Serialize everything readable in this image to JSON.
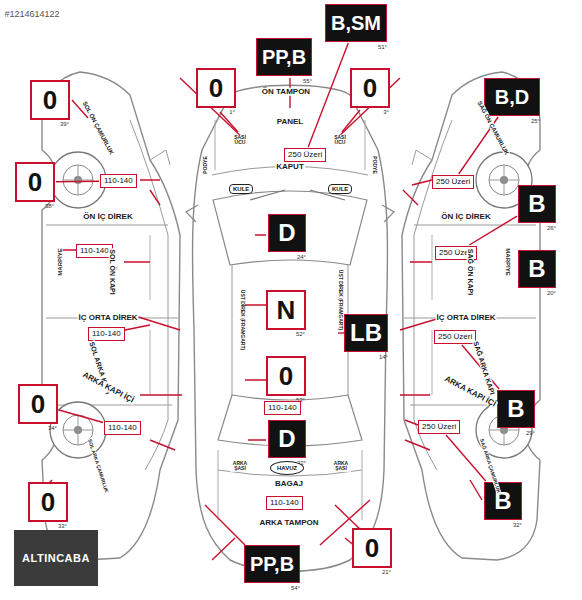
{
  "diagram": {
    "nodes": [
      {
        "text": [
          "0",
          "39°"
        ]
      },
      {
        "text": [
          "0",
          "38°"
        ]
      },
      {
        "text": [
          "110-140"
        ]
      },
      {
        "text": [
          "110-140"
        ]
      },
      {
        "text": [
          "110-140"
        ]
      },
      {
        "text": [
          "0",
          "34°"
        ]
      },
      {
        "text": [
          "110-140"
        ]
      },
      {
        "text": [
          "0",
          "33°"
        ]
      },
      {
        "text": [
          "PP,B",
          "55°"
        ]
      },
      {
        "text": [
          "B,SM",
          "51°"
        ]
      },
      {
        "text": [
          "0",
          "1°"
        ]
      },
      {
        "text": [
          "0",
          "3°"
        ]
      },
      {
        "text": [
          "250 Üzeri"
        ]
      },
      {
        "text": [
          "KULE"
        ]
      },
      {
        "text": [
          "KULE"
        ]
      },
      {
        "text": [
          "D",
          "24°"
        ]
      },
      {
        "text": [
          "N",
          "52°"
        ]
      },
      {
        "text": [
          "LB",
          "14°"
        ]
      },
      {
        "text": [
          "0",
          "53°"
        ]
      },
      {
        "text": [
          "110-140"
        ]
      },
      {
        "text": [
          "D",
          "22°"
        ]
      },
      {
        "text": [
          "HAVUZ"
        ]
      },
      {
        "text": [
          "110-140"
        ]
      },
      {
        "text": [
          "PP,B",
          "54°"
        ]
      },
      {
        "text": [
          "0",
          "21°"
        ]
      },
      {
        "text": [
          "B,D",
          "25°"
        ]
      },
      {
        "text": [
          "250 Üzeri"
        ]
      },
      {
        "text": [
          "B",
          "26°"
        ]
      },
      {
        "text": [
          "250 Üzeri"
        ]
      },
      {
        "text": [
          "B",
          "20°"
        ]
      },
      {
        "text": [
          "250 Üzeri"
        ]
      },
      {
        "text": [
          "B",
          "29°"
        ]
      },
      {
        "text": [
          "250 Üzeri"
        ]
      },
      {
        "text": [
          "B",
          "32°"
        ]
      },
      {
        "text": [
          "ALTINCABA"
        ]
      }
    ],
    "edges": [
      {
        "from": 1,
        "to": 2,
        "arrow": "none"
      },
      {
        "from": 5,
        "to": 6,
        "arrow": "none"
      },
      {
        "from": 9,
        "to": 12,
        "arrow": "none"
      },
      {
        "from": 25,
        "to": 26,
        "arrow": "none"
      },
      {
        "from": 27,
        "to": 28,
        "arrow": "none"
      },
      {
        "from": 30,
        "to": 31,
        "arrow": "none"
      },
      {
        "from": 32,
        "to": 33,
        "arrow": "none"
      }
    ],
    "labels": [
      "#1214614122",
      "SOL ÖN ÇAMURLUK",
      "ÖN İÇ DİREK",
      "MARPİYE",
      "SOL ÖN KAPI",
      "İÇ ORTA DİREK",
      "SOL ARKA KAPI",
      "ARKA KAPI İÇİ",
      "SOL ARKA ÇAMURLUK",
      "ÖN TAMPON",
      "PANEL",
      "ŞASİ UCU",
      "ŞASİ UCU",
      "PODYE",
      "PODYE",
      "KAPUT",
      "ÜST DİREK (FRAMGART)",
      "ÜST DİREK (FRAMGART)",
      "ARKA ŞASİ",
      "ARKA ŞASİ",
      "BAGAJ",
      "ARKA TAMPON",
      "SAĞ ÖN ÇAMURLUK",
      "ÖN İÇ DİREK",
      "MARPİYE",
      "SAĞ ÖN KAPI",
      "İÇ ORTA DİREK",
      "SAĞ ARKA KAPI",
      "ARKA KAPI İÇİ",
      "SAĞ ARKA ÇAMURLUK"
    ]
  }
}
